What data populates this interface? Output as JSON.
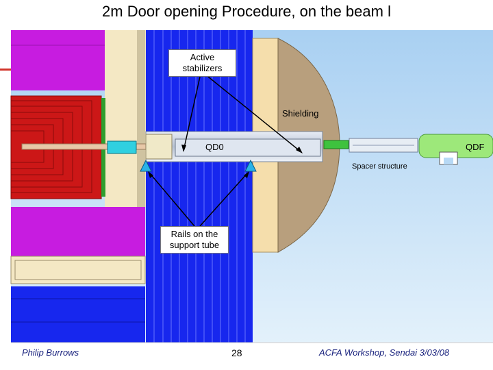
{
  "slide": {
    "title": "2m Door opening Procedure, on the beam l"
  },
  "labels": {
    "active_stabilizers": "Active stabilizers",
    "shielding": "Shielding",
    "qd0": "QD0",
    "qdf": "QDF",
    "spacer_structure": "Spacer structure",
    "rails": "Rails on the support tube"
  },
  "footer": {
    "author": "Philip Burrows",
    "page": "28",
    "event": "ACFA Workshop, Sendai   3/03/08"
  },
  "colors": {
    "magenta": "#c71ce0",
    "blue": "#1727ee",
    "red": "#cc1717",
    "sky": "#b7d9f5",
    "tan": "#b89f7d",
    "cream": "#f7e6b0",
    "green": "#9de87a"
  }
}
